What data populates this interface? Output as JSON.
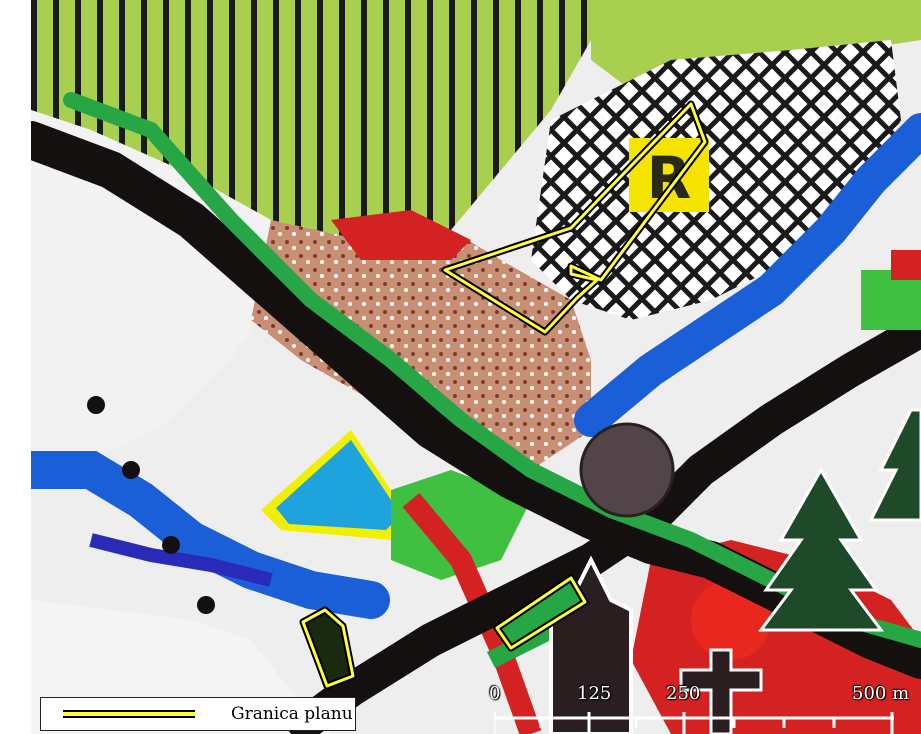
{
  "map": {
    "legend": {
      "label": "Granica planu",
      "swatch_color": "#ffff3a",
      "swatch_border_color": "#000000"
    },
    "scale": {
      "ticks": [
        "0",
        "125",
        "250",
        "500 m"
      ]
    },
    "map_labels": {
      "zone_symbol": "R"
    },
    "colors": {
      "forest": "#a8cf4e",
      "water": "#1a5fd8",
      "road": "#141010",
      "green_strip": "#26a644",
      "red_zone": "#d42222",
      "boundary": "#ffff3a",
      "urban": "#b86a58",
      "yellow_label_bg": "#f5e400"
    }
  }
}
